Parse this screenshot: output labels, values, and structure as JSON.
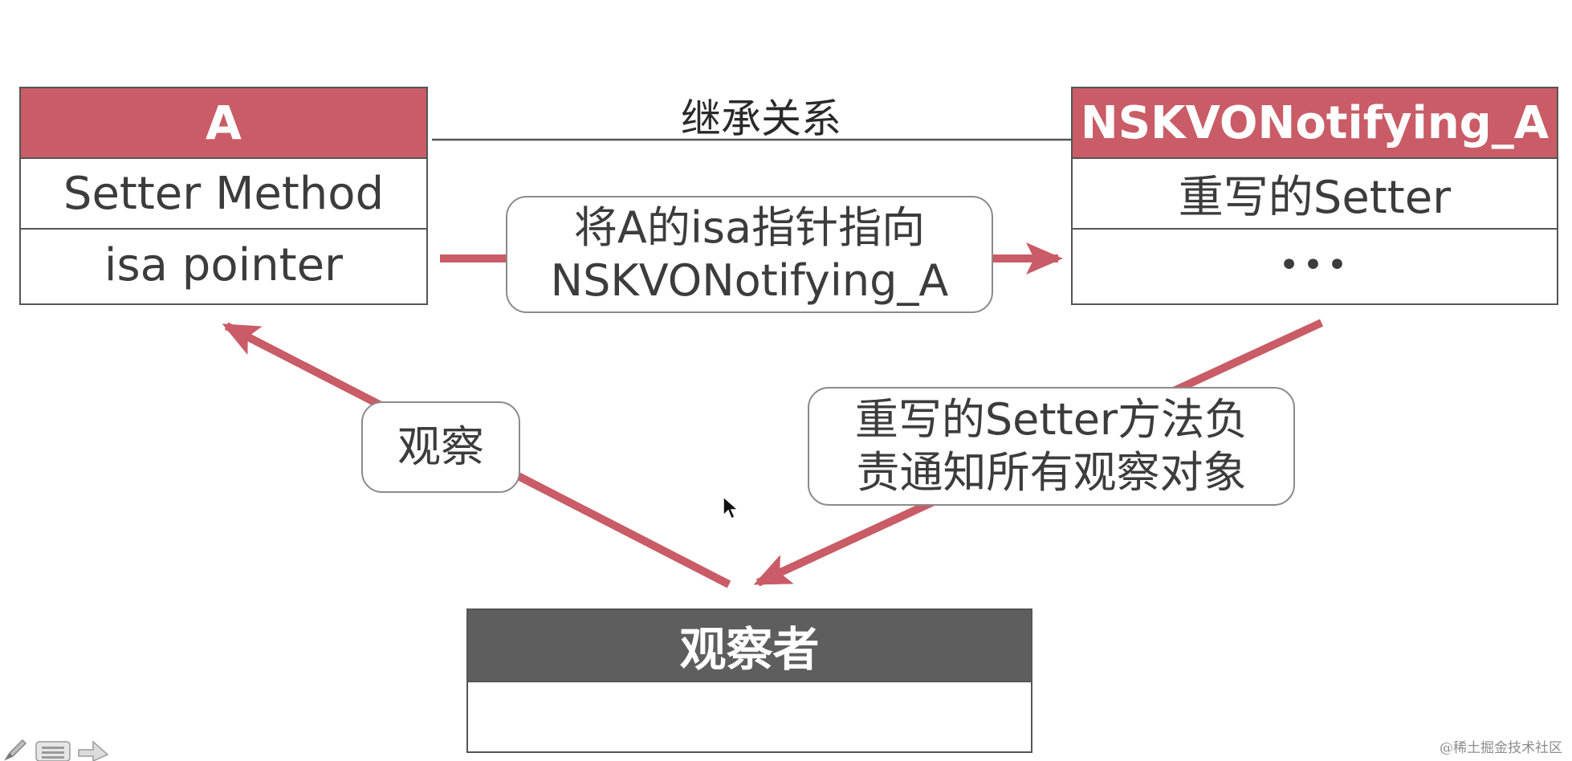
{
  "diagram": {
    "class_a": {
      "title": "A",
      "rows": [
        "Setter Method",
        "isa pointer"
      ]
    },
    "class_nsk": {
      "title": "NSKVONotifying_A",
      "rows": [
        "重写的Setter",
        "•••"
      ]
    },
    "observer": {
      "title": "观察者",
      "rows": [
        ""
      ]
    },
    "edges": {
      "inheritance_label": "继承关系",
      "isa_label_line1": "将A的isa指针指向",
      "isa_label_line2": "NSKVONotifying_A",
      "observe_label": "观察",
      "setter_label_line1": "重写的Setter方法负",
      "setter_label_line2": "责通知所有观察对象"
    },
    "colors": {
      "accent_red": "#c95c66",
      "header_dark": "#5e5e5e",
      "border": "#555555",
      "arrow_gray": "#555555"
    }
  },
  "player": {
    "tools": [
      "pen-icon",
      "menu-icon",
      "next-arrow-icon"
    ]
  },
  "watermark": "@稀土掘金技术社区"
}
